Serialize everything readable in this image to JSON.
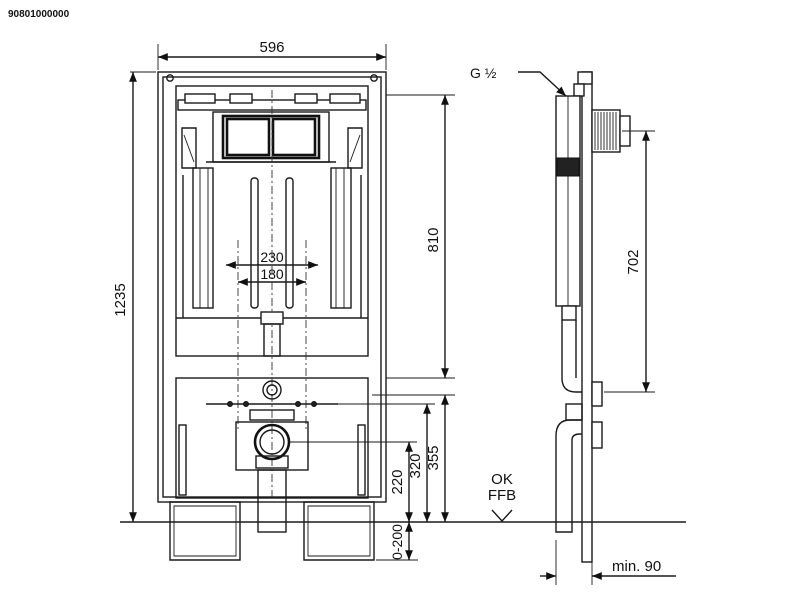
{
  "part_number": "90801000000",
  "front_view": {
    "width_label": "596",
    "height_label": "1235",
    "cistern_height_label": "810",
    "spacing_outer_label": "230",
    "spacing_inner_label": "180",
    "drain_height_label": "220",
    "inlet_height_label": "320",
    "fixing_height_label": "355",
    "foot_adjust_label": "0-200",
    "floor_label_1": "OK",
    "floor_label_2": "FFB"
  },
  "side_view": {
    "connection_label": "G ½",
    "connection_height_label": "702",
    "depth_label": "min. 90"
  },
  "colors": {
    "line": "#1a1a1a",
    "background": "#ffffff",
    "shade": "#d8d8d8"
  }
}
